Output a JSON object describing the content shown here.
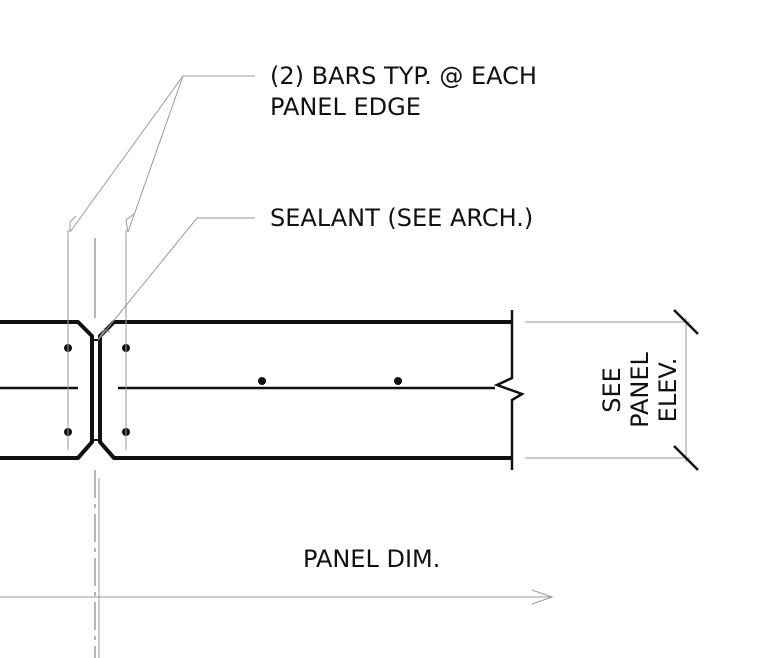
{
  "notes": {
    "bars_line1": "(2) BARS TYP. @ EACH",
    "bars_line2": "PANEL EDGE",
    "sealant": "SEALANT (SEE ARCH.)",
    "panel_dim": "PANEL DIM.",
    "see_panel_elev": [
      "SEE",
      "PANEL",
      "ELEV."
    ]
  },
  "colors": {
    "ink": "#111111",
    "leader": "#9a9a9a",
    "background": "#ffffff"
  }
}
